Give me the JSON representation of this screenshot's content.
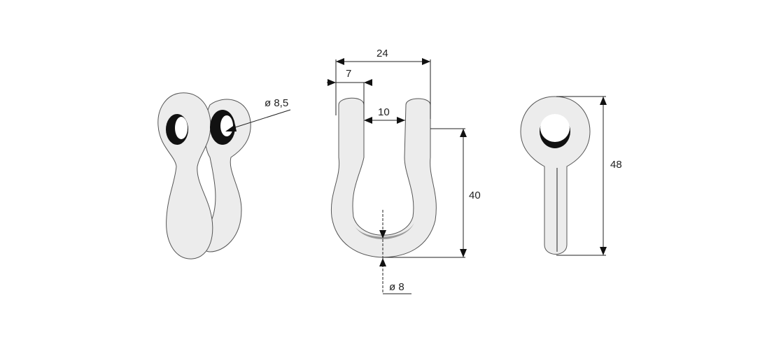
{
  "title": "Shackle dimension drawing",
  "dimensions": {
    "hole_diameter": "ø 8,5",
    "total_width": "24",
    "leg_width": "7",
    "inner_width": "10",
    "height": "40",
    "wire_diameter": "ø 8",
    "eye_length": "48"
  },
  "colors": {
    "part_fill": "#ececec",
    "outline": "#555555",
    "hole": "#111111"
  }
}
